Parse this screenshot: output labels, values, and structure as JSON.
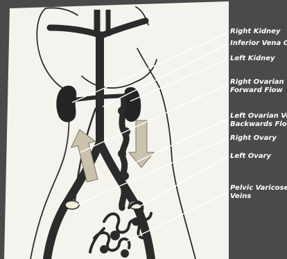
{
  "diagram": {
    "labels": {
      "right_kidney": "Right Kidney",
      "inferior_vena_cava": "Inferior Vena Ca",
      "left_kidney": "Left Kidney",
      "right_ovarian_line1": "Right Ovarian V",
      "right_ovarian_line2": "Forward Flow",
      "left_ovarian_line1": "Left Ovarian Ve",
      "left_ovarian_line2": "Backwards Flo",
      "right_ovary": "Right Ovary",
      "left_ovary": "Left Ovary",
      "pelvic_varicose_line1": "Pelvic Varicose",
      "pelvic_varicose_line2": "Veins"
    },
    "colors": {
      "background": "#4a4a4a",
      "body": "#f4f3ee",
      "outline": "#2a2a2a",
      "vein": "#2b2b2b",
      "kidney": "#242424",
      "arrow": "#c9c3ad",
      "label_text": "#ffffff",
      "leader_line": "#ffffff"
    }
  }
}
